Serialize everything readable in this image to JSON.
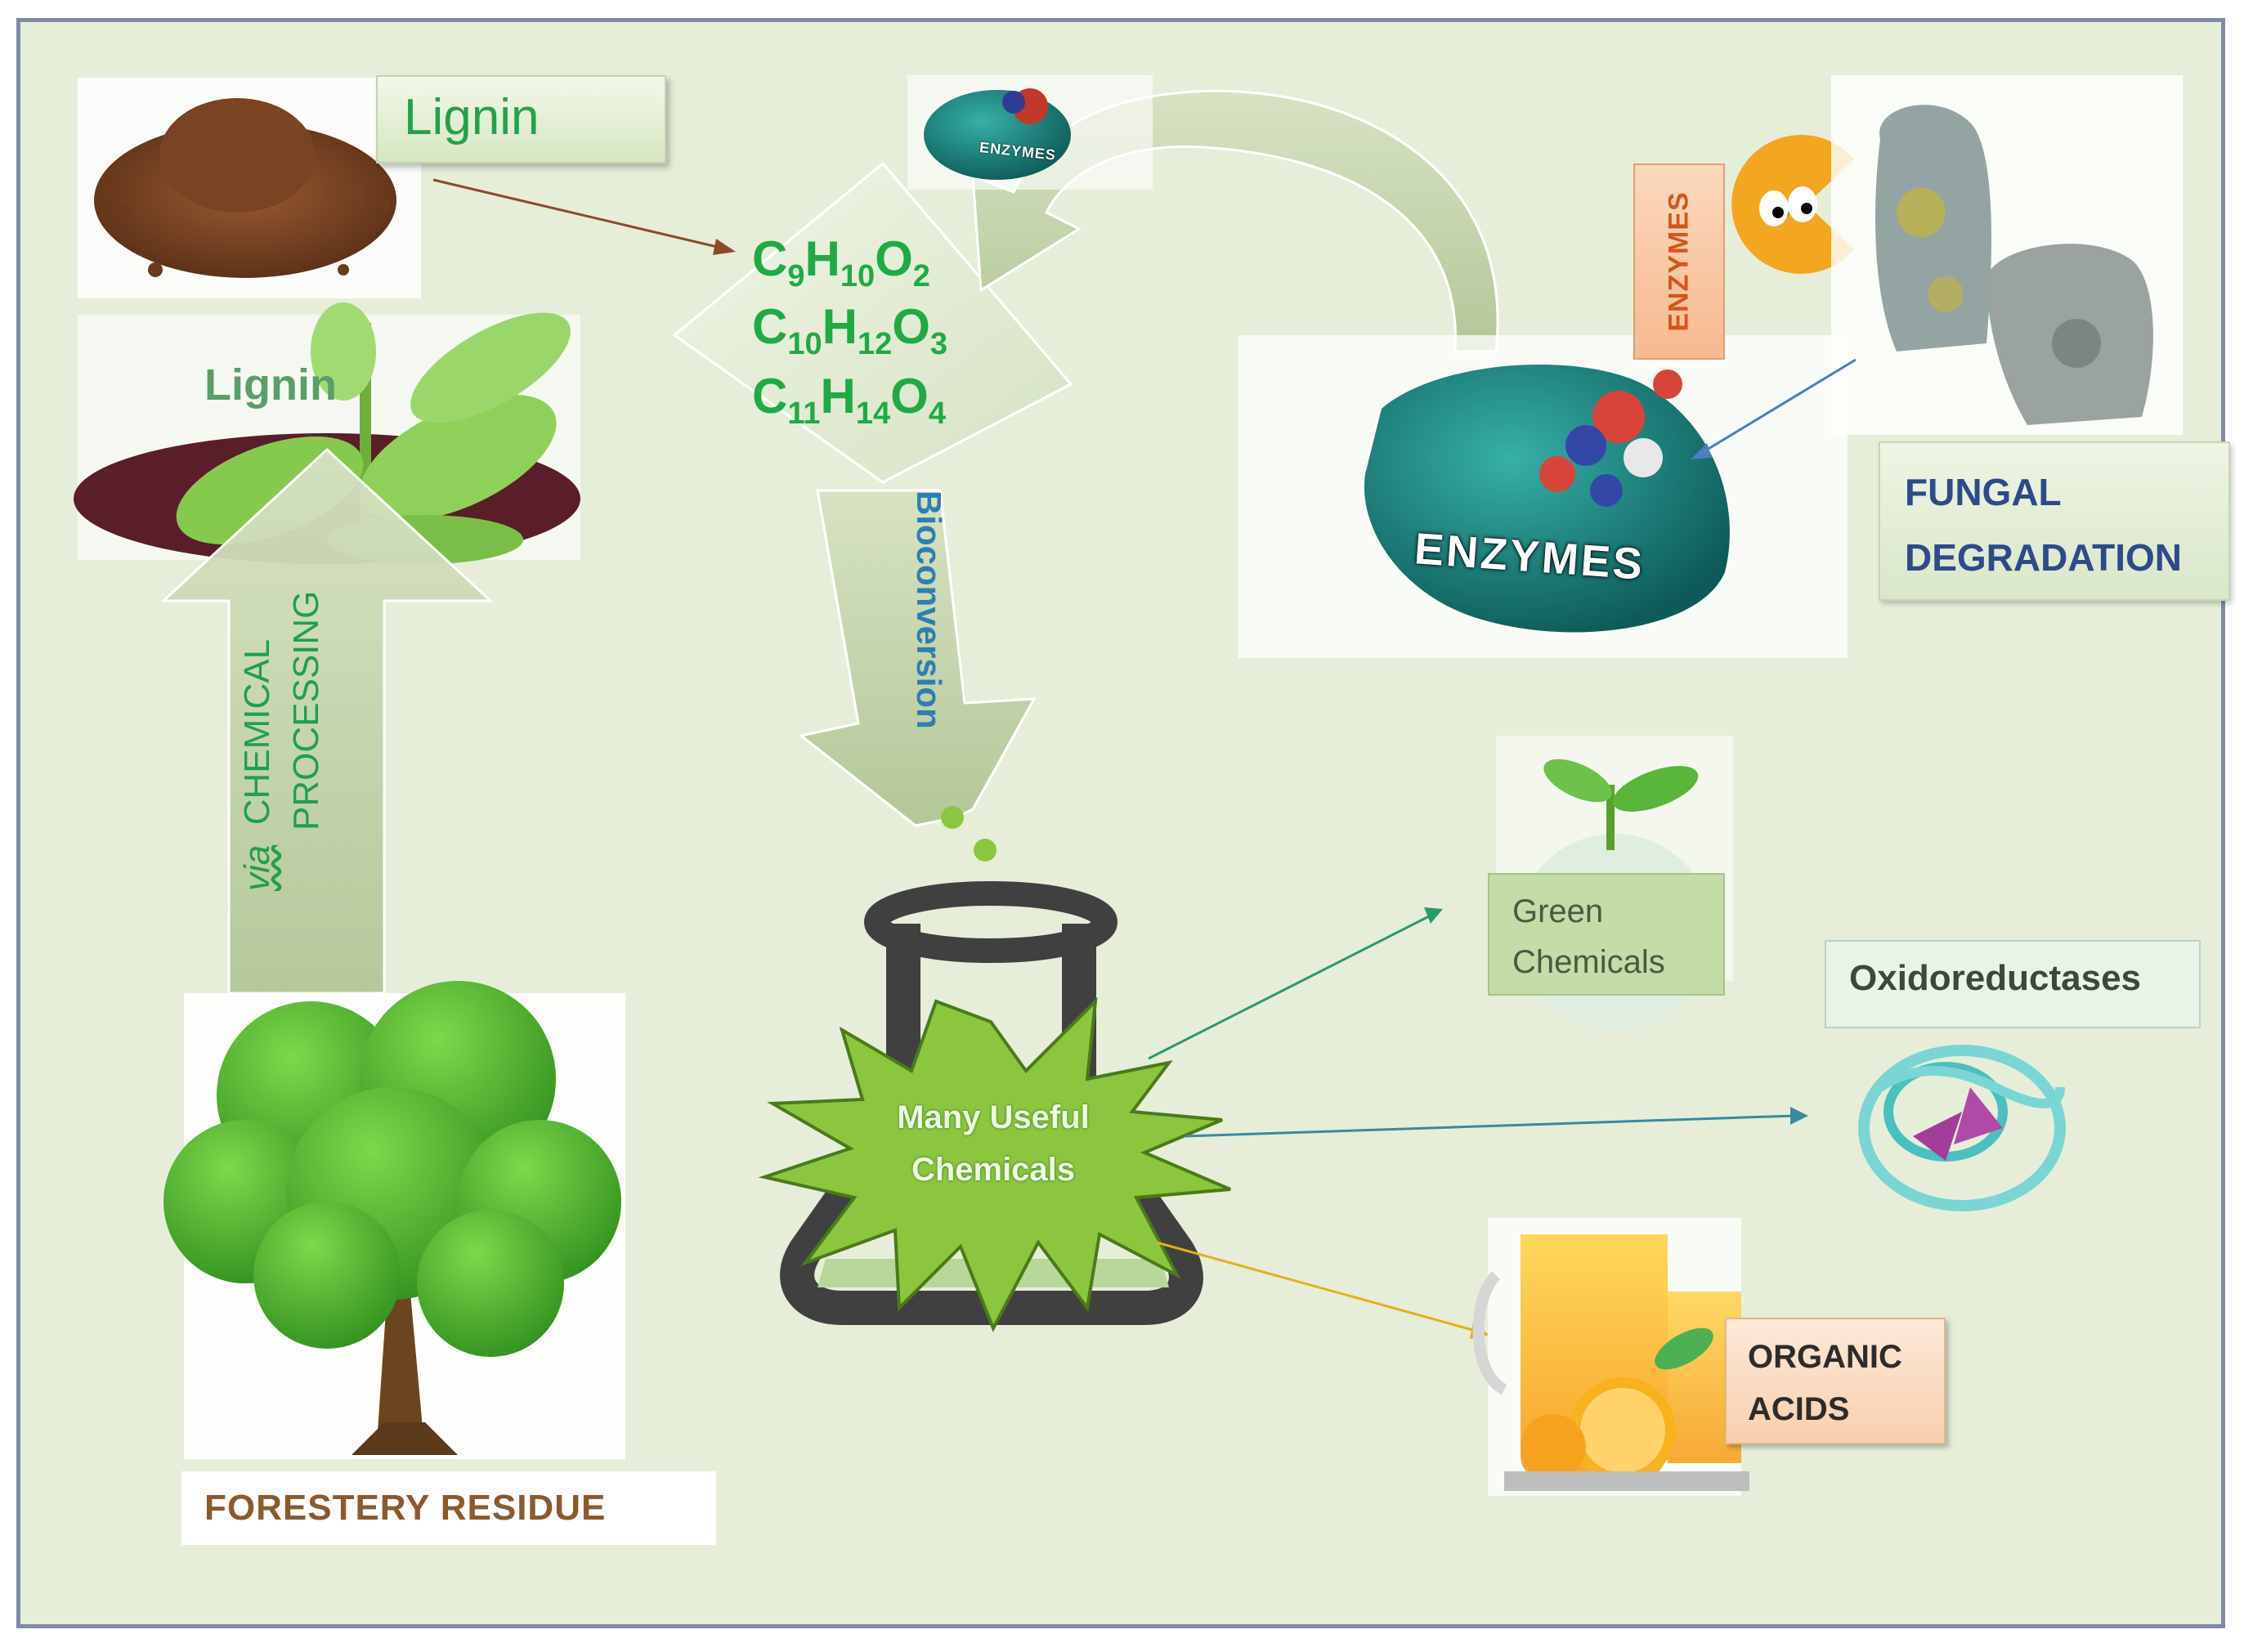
{
  "labels": {
    "lignin_box": "Lignin",
    "lignin_leaf": "Lignin",
    "enzymes_small_box": "ENZYMES",
    "enzymes_big": "ENZYMES",
    "enzymes_tiny": "ENZYMES",
    "fungal_line1": "FUNGAL",
    "fungal_line2": "DEGRADATION",
    "bioconversion": "Bioconversion",
    "via": "via",
    "chemical": "CHEMICAL",
    "processing": "PROCESSING",
    "burst_line1": "Many Useful",
    "burst_line2": "Chemicals",
    "green_line1": "Green",
    "green_line2": "Chemicals",
    "oxidoreductases": "Oxidoreductases",
    "organic_line1": "ORGANIC",
    "organic_line2": "ACIDS",
    "forestry": "FORESTERY RESIDUE"
  },
  "formulas": [
    {
      "a": "C",
      "an": "9",
      "b": "H",
      "bn": "10",
      "c": "O",
      "cn": "2"
    },
    {
      "a": "C",
      "an": "10",
      "b": "H",
      "bn": "12",
      "c": "O",
      "cn": "3"
    },
    {
      "a": "C",
      "an": "11",
      "b": "H",
      "bn": "14",
      "c": "O",
      "cn": "4"
    }
  ],
  "colors": {
    "background": "#e6eed9",
    "frame": "#7e8aa6",
    "formula_green": "#1faa46",
    "fungal_blue": "#2e4a8a",
    "burst_green": "#8cc63f",
    "arrow_green": "#b5c99a",
    "brown_arrow": "#8b4a2b",
    "blue_arrow": "#4a7fc0",
    "teal_arrow": "#3a9070",
    "yellow_arrow": "#e0b21a"
  }
}
